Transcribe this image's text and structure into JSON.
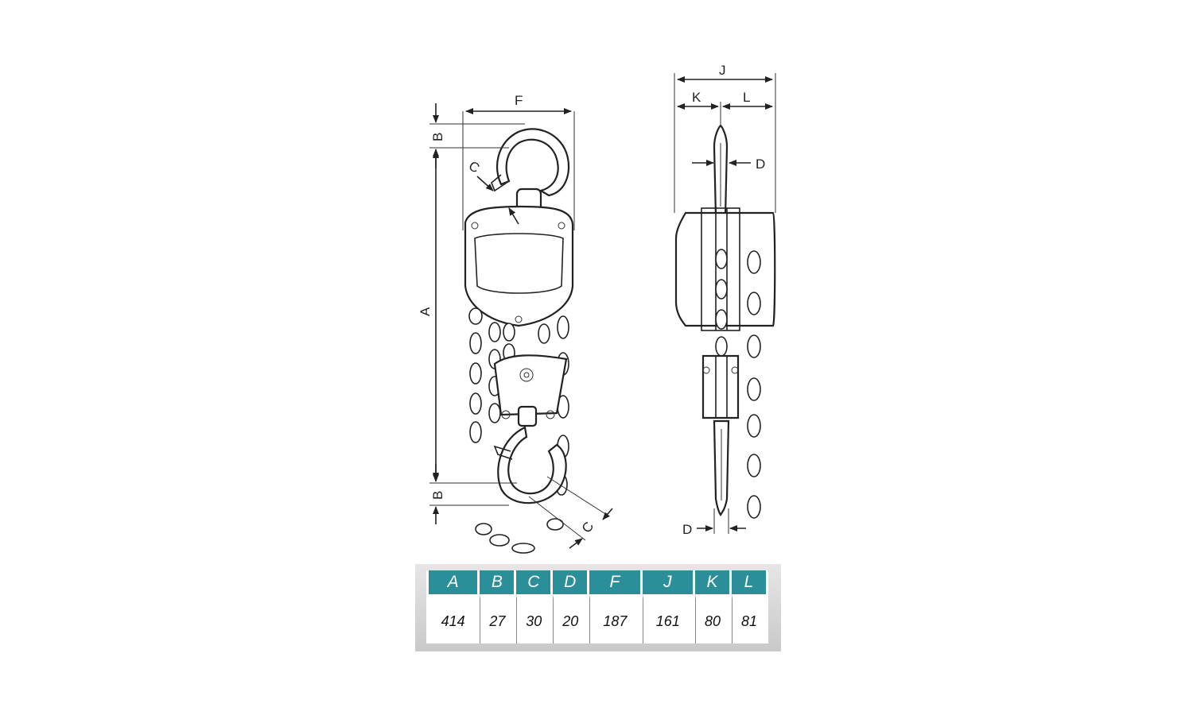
{
  "diagram": {
    "dimension_labels": {
      "A": "A",
      "B": "B",
      "C": "C",
      "D": "D",
      "F": "F",
      "J": "J",
      "K": "K",
      "L": "L"
    }
  },
  "spec_table": {
    "headers": [
      "A",
      "B",
      "C",
      "D",
      "F",
      "J",
      "K",
      "L"
    ],
    "values": [
      "414",
      "27",
      "30",
      "20",
      "187",
      "161",
      "80",
      "81"
    ],
    "colors": {
      "header_bg": "#2b8f9a",
      "header_text": "#ffffff",
      "frame": "#cfcfcf"
    }
  }
}
